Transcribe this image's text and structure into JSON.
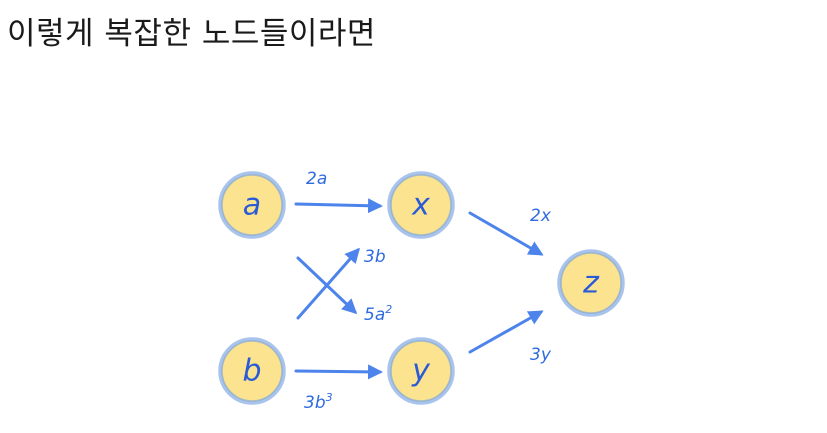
{
  "title": "이렇게 복잡한 노드들이라면",
  "colors": {
    "node_fill": "#fbe390",
    "node_stroke": "#a8c4ec",
    "edge": "#4c84ec",
    "label": "#2a5bd6"
  },
  "nodes": {
    "a": "a",
    "b": "b",
    "x": "x",
    "y": "y",
    "z": "z"
  },
  "edges": {
    "a_to_x": {
      "from": "a",
      "to": "x",
      "base": "2a",
      "sup": ""
    },
    "b_to_x": {
      "from": "b",
      "to": "x",
      "base": "3b",
      "sup": ""
    },
    "a_to_y": {
      "from": "a",
      "to": "y",
      "base": "5a",
      "sup": "2"
    },
    "b_to_y": {
      "from": "b",
      "to": "y",
      "base": "3b",
      "sup": "3"
    },
    "x_to_z": {
      "from": "x",
      "to": "z",
      "base": "2x",
      "sup": ""
    },
    "y_to_z": {
      "from": "y",
      "to": "z",
      "base": "3y",
      "sup": ""
    }
  }
}
